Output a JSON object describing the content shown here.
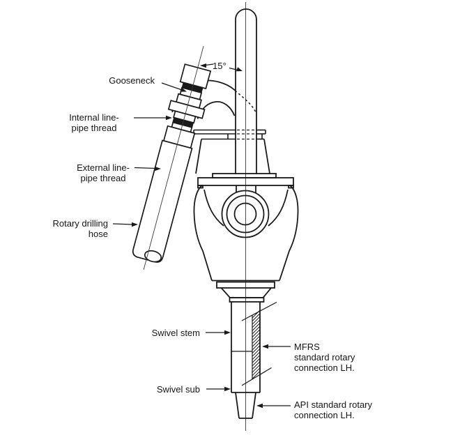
{
  "diagram": {
    "ink_color": "#1a1a1a",
    "annotations": {
      "angle": "15°",
      "gooseneck": "Gooseneck",
      "internal_thread": "Internal line-\npipe thread",
      "external_thread": "External line-\npipe thread",
      "drilling_hose": "Rotary drilling\nhose",
      "swivel_stem": "Swivel stem",
      "swivel_sub": "Swivel sub",
      "mfrs_connection": "MFRS\nstandard rotary\nconnection LH.",
      "api_connection": "API standard rotary\nconnection LH."
    }
  }
}
